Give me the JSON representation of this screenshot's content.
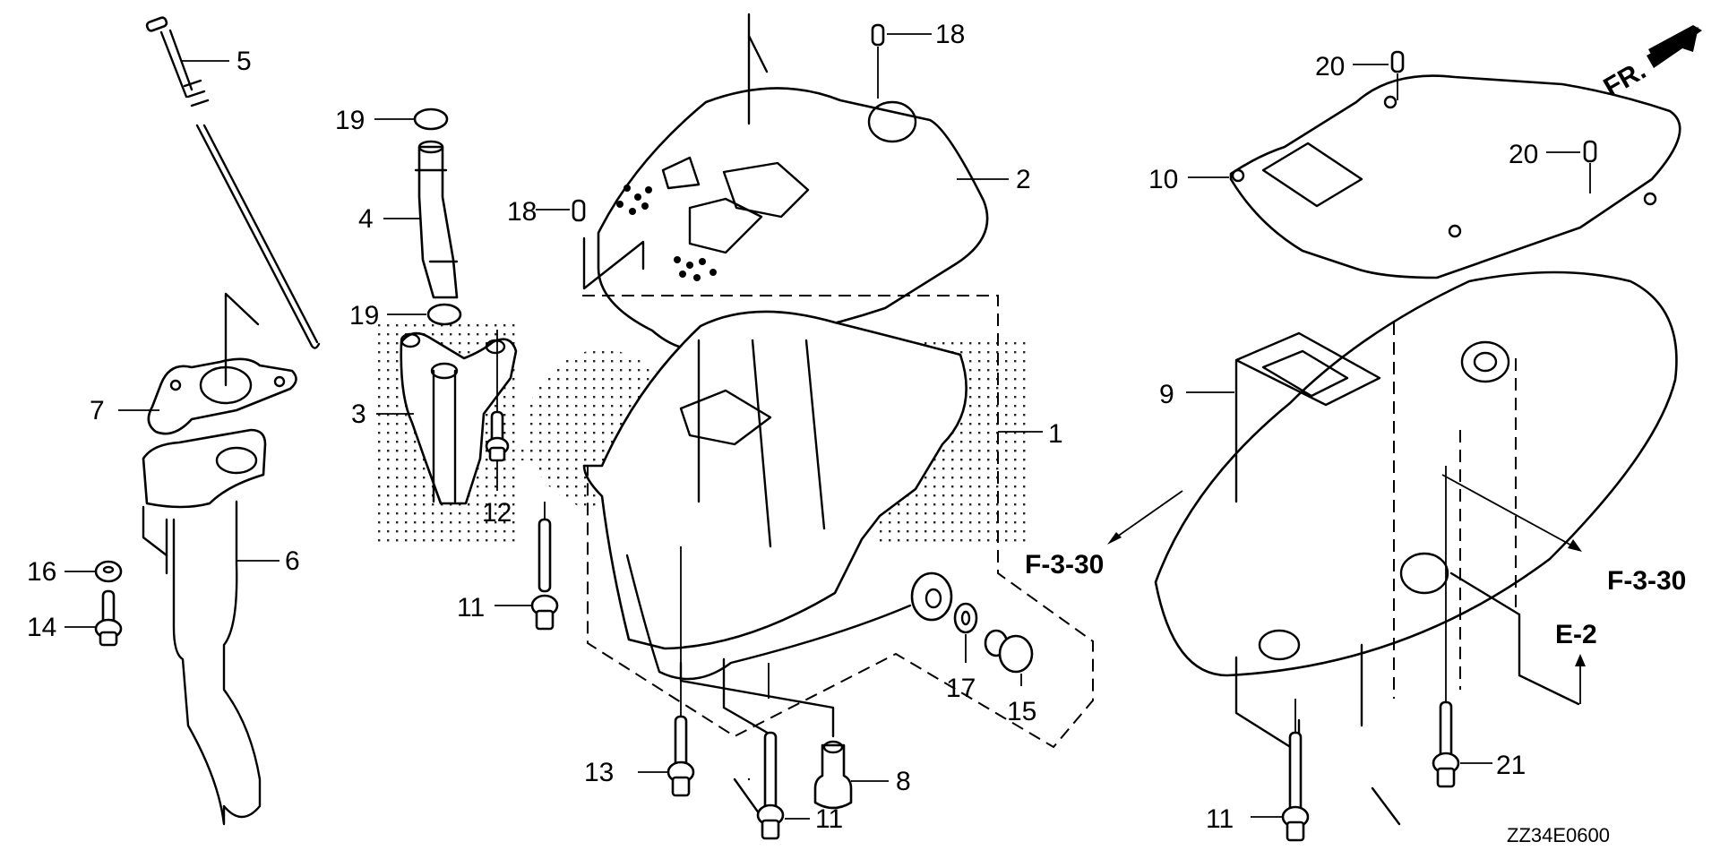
{
  "diagram": {
    "code": "ZZ34E0600",
    "front_marker": "FR.",
    "references": {
      "left": "F-3-30",
      "right": "F-3-30",
      "bottom": "E-2"
    },
    "callouts": {
      "c1": "1",
      "c2": "2",
      "c3": "3",
      "c4": "4",
      "c5": "5",
      "c6": "6",
      "c7": "7",
      "c8": "8",
      "c9": "9",
      "c10": "10",
      "c11a": "11",
      "c11b": "11",
      "c11c": "11",
      "c12": "12",
      "c13": "13",
      "c14": "14",
      "c15": "15",
      "c16": "16",
      "c17": "17",
      "c18a": "18",
      "c18b": "18",
      "c19a": "19",
      "c19b": "19",
      "c20a": "20",
      "c20b": "20",
      "c21": "21"
    },
    "watermark_color": "#000000"
  }
}
